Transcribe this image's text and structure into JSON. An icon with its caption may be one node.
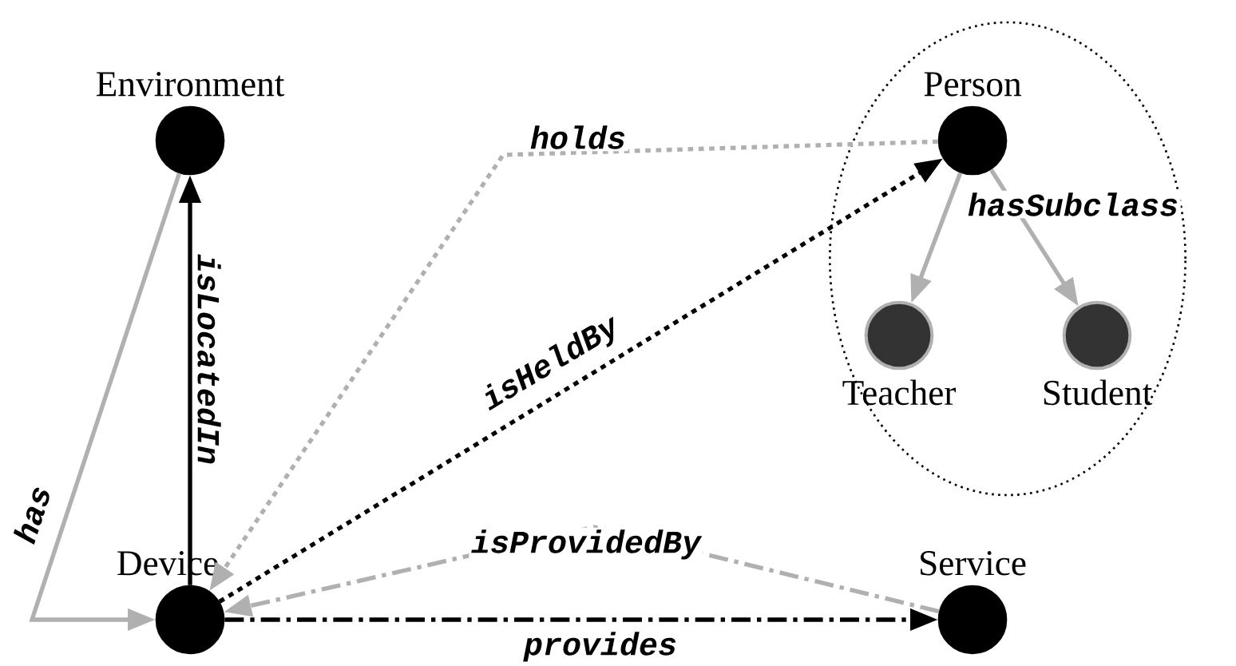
{
  "diagram": {
    "nodes": [
      {
        "text": [
          "Environment"
        ]
      },
      {
        "text": [],
        "shape": "ellipse"
      },
      {
        "text": [
          "Person"
        ],
        "in": 1
      },
      {
        "text": [
          "Teacher"
        ],
        "in": 1
      },
      {
        "text": [
          "Student"
        ],
        "in": 1
      },
      {
        "text": [
          "Device"
        ]
      },
      {
        "text": [
          "Service"
        ]
      }
    ],
    "edges": [
      {
        "from": 0,
        "to": 5,
        "arrow": "to",
        "label": "has"
      },
      {
        "from": 5,
        "to": 0,
        "arrow": "to",
        "label": "isLocatedIn",
        "color": "#000000"
      },
      {
        "from": 2,
        "to": 5,
        "arrow": "to",
        "label": "holds",
        "style": "dashed"
      },
      {
        "from": 5,
        "to": 2,
        "arrow": "to",
        "label": "isHeldBy",
        "style": "dashed",
        "color": "#000000"
      },
      {
        "from": 2,
        "to": 3,
        "arrow": "to",
        "label": "hasSubclass"
      },
      {
        "from": 2,
        "to": 4,
        "arrow": "to"
      },
      {
        "from": 6,
        "to": 5,
        "arrow": "to",
        "label": "isProvidedBy",
        "style": "dashed"
      },
      {
        "from": 5,
        "to": 6,
        "arrow": "to",
        "label": "provides",
        "style": "dashed",
        "color": "#000000"
      }
    ]
  }
}
